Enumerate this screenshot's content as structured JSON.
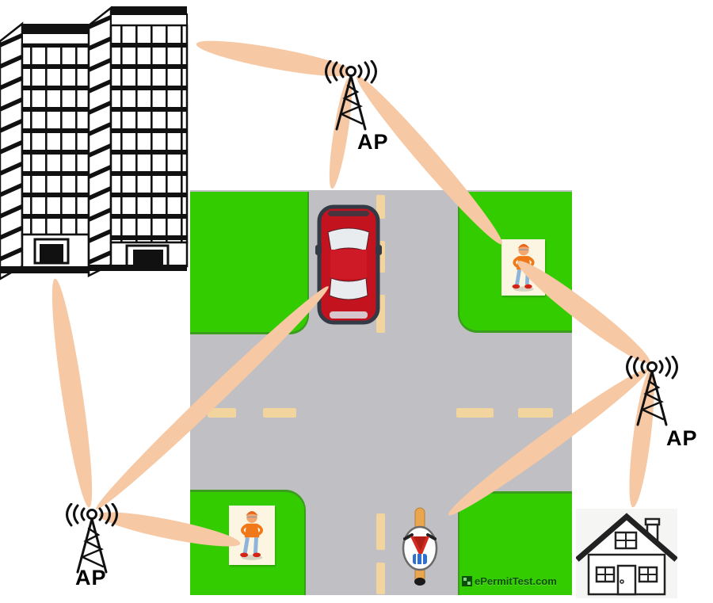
{
  "access_points": [
    {
      "label": "AP",
      "position": "top-center"
    },
    {
      "label": "AP",
      "position": "right"
    },
    {
      "label": "AP",
      "position": "bottom-left"
    }
  ],
  "watermark": {
    "text": "ePermitTest.com"
  },
  "icons": {
    "buildings": "office-buildings-icon",
    "access_point": "radio-tower-icon",
    "car": "car-top-view-icon",
    "pedestrian": "pedestrian-icon",
    "motorcyclist": "motorcyclist-top-view-icon",
    "house": "house-icon",
    "beam": "signal-beam-shape"
  },
  "colors": {
    "beam": "#F6C8A4",
    "grass": "#33CC00",
    "road": "#BFBFC4",
    "lane_marking": "#F2D49E",
    "car_body": "#C2131F",
    "watermark_text": "#0D4F0D",
    "label_text": "#000000"
  }
}
